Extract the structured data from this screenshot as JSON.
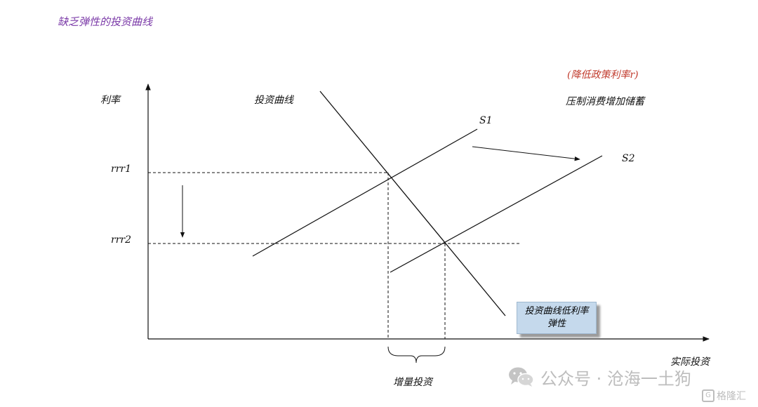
{
  "title": "缺乏弹性的投资曲线",
  "policy_note": "(降低政策利率r)",
  "effect_note": "压制消费增加储蓄",
  "axes": {
    "y_label": "利率",
    "x_label": "实际投资"
  },
  "curves": {
    "investment_label": "投资曲线",
    "supply_1": "S1",
    "supply_2": "S2"
  },
  "rates": {
    "r1": "rrr1",
    "r2": "rrr2"
  },
  "increment_label": "增量投资",
  "callout_text": "投资曲线低利率弹性",
  "watermark": {
    "text": "公众号 · 沧海一土狗",
    "icon": "wechat-icon"
  },
  "brand": {
    "mark": "G",
    "text": "格隆汇"
  },
  "colors": {
    "title": "#7b3aa8",
    "policy_note": "#c0392b",
    "callout_bg": "#c5d9ec",
    "watermark": "#bdbdbd"
  }
}
